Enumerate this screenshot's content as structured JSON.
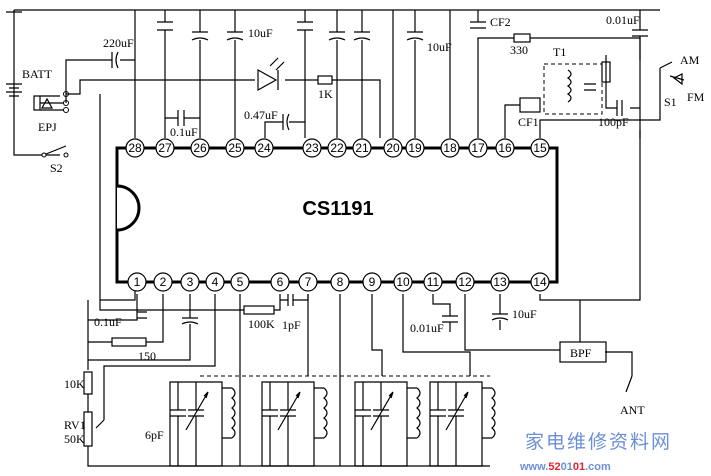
{
  "chip": {
    "name": "CS1191"
  },
  "pins_top": [
    "28",
    "27",
    "26",
    "25",
    "24",
    "23",
    "22",
    "21",
    "20",
    "19",
    "18",
    "17",
    "16",
    "15"
  ],
  "pins_bottom": [
    "1",
    "2",
    "3",
    "4",
    "5",
    "6",
    "7",
    "8",
    "9",
    "10",
    "11",
    "12",
    "13",
    "14"
  ],
  "labels": {
    "batt": "BATT",
    "epj": "EPJ",
    "s2": "S2",
    "c220": "220uF",
    "c01u": "0.1uF",
    "c10u_top": "10uF",
    "c047": "0.47uF",
    "c10u_b": "10uF",
    "r1k": "1K",
    "cf2": "CF2",
    "r330": "330",
    "c001_top": "0.01uF",
    "t1": "T1",
    "cf1": "CF1",
    "c100p": "100pF",
    "am": "AM",
    "fm": "FM",
    "s1": "S1",
    "c01u_b": "0.1uF",
    "r150": "150",
    "r100k": "100K",
    "c1p": "1pF",
    "c001_b": "0.01uF",
    "c10u_bot": "10uF",
    "bpf": "BPF",
    "ant": "ANT",
    "r10k": "10K",
    "rv1": "RV1",
    "rv1v": "50K",
    "c6p": "6pF"
  },
  "watermark": {
    "site_cn": "家电维修资料网",
    "url_a": "www.",
    "url_b": "52",
    "url_c": "01",
    "url_d": "01",
    "url_e": ".com"
  }
}
